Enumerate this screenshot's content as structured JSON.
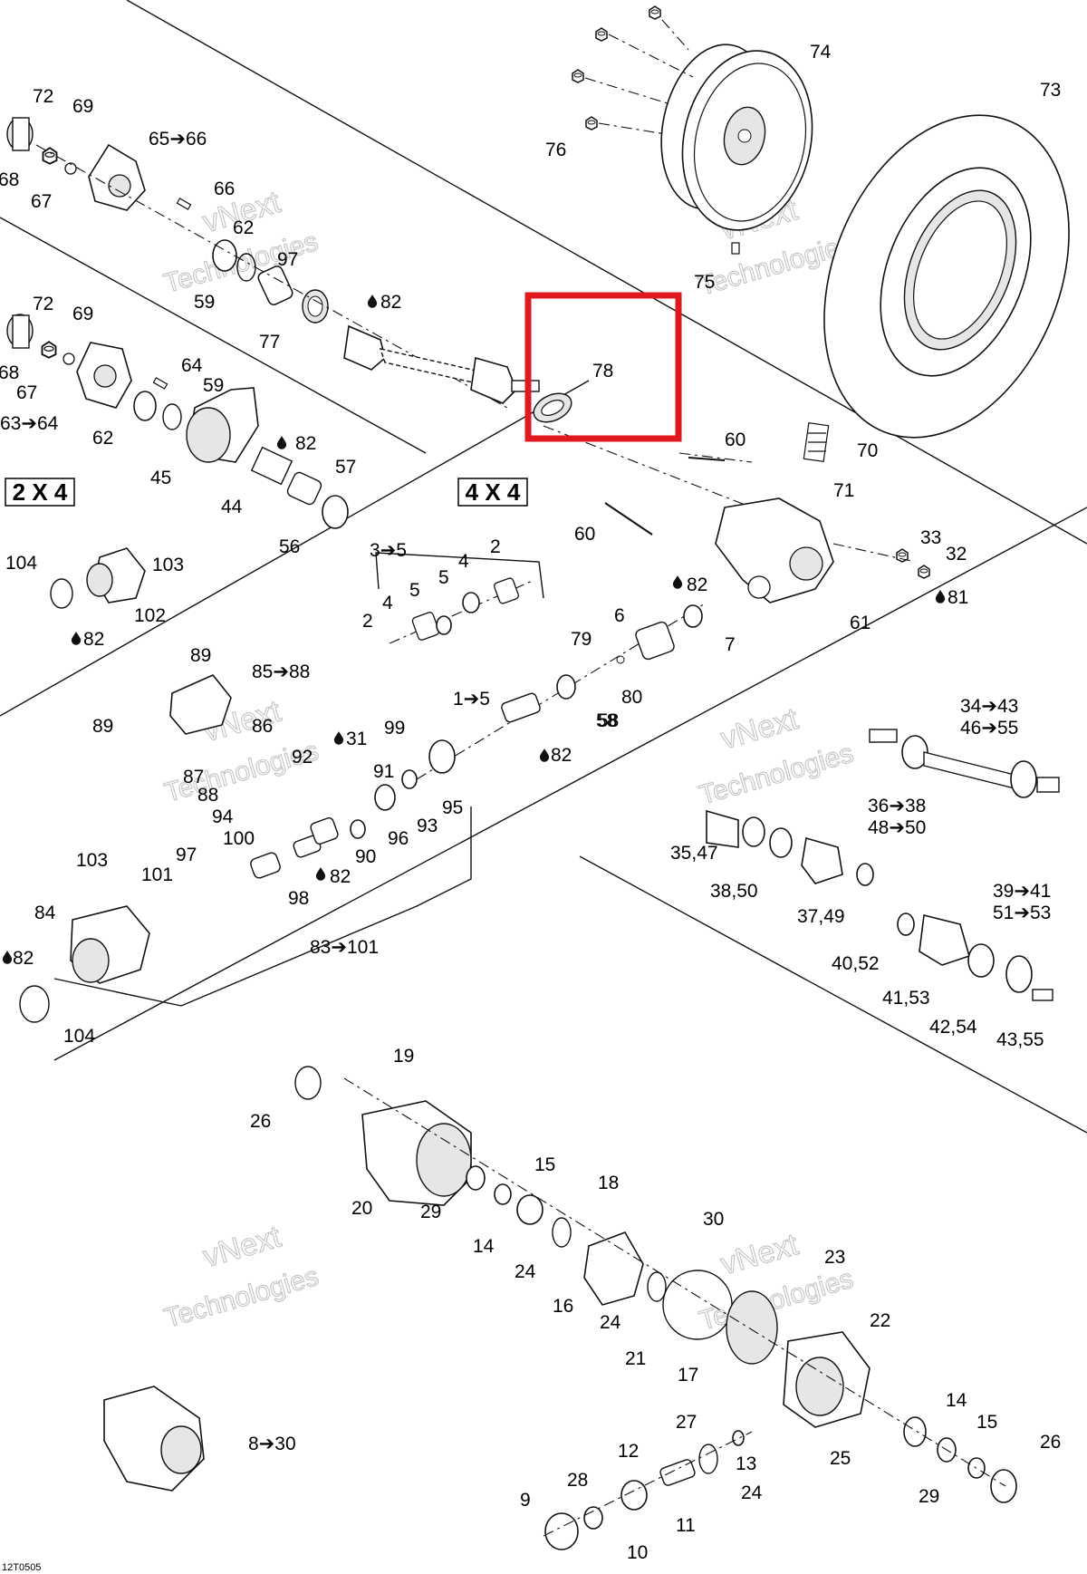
{
  "diagram": {
    "image_ref": "12T0505",
    "watermark": {
      "line1": "vNext",
      "line2": "Technologies"
    },
    "variant_labels": {
      "two_wd": "2 X 4",
      "four_wd": "4 X 4"
    },
    "highlight": {
      "part": "78",
      "color": "#e0191f"
    },
    "callouts": [
      "72",
      "69",
      "68",
      "67",
      "65➔66",
      "66",
      "62",
      "97",
      "59",
      "77",
      "82",
      "74",
      "73",
      "76",
      "75",
      "78",
      "60",
      "70",
      "71",
      "72",
      "69",
      "68",
      "67",
      "63➔64",
      "64",
      "59",
      "62",
      "45",
      "82",
      "44",
      "57",
      "56",
      "60",
      "33",
      "32",
      "81",
      "61",
      "3➔5",
      "2",
      "4",
      "5",
      "5",
      "4",
      "2",
      "82",
      "6",
      "7",
      "79",
      "80",
      "58",
      "1➔5",
      "58",
      "82",
      "99",
      "104",
      "103",
      "102",
      "82",
      "89",
      "85➔88",
      "89",
      "86",
      "87",
      "88",
      "94",
      "100",
      "92",
      "31",
      "91",
      "95",
      "93",
      "96",
      "90",
      "82",
      "98",
      "97",
      "101",
      "103",
      "84",
      "82",
      "104",
      "83➔101",
      "34➔43",
      "46➔55",
      "36➔38",
      "48➔50",
      "35,47",
      "38,50",
      "37,49",
      "39➔41",
      "51➔53",
      "40,52",
      "41,53",
      "42,54",
      "43,55",
      "19",
      "26",
      "20",
      "29",
      "15",
      "18",
      "14",
      "24",
      "30",
      "16",
      "24",
      "23",
      "21",
      "22",
      "17",
      "8➔30",
      "14",
      "15",
      "27",
      "12",
      "13",
      "26",
      "25",
      "24",
      "28",
      "9",
      "11",
      "29",
      "10"
    ]
  }
}
